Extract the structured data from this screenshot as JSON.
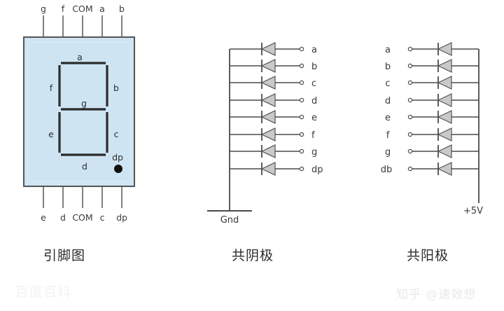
{
  "figure": {
    "title_visible": false,
    "background_color": "#ffffff",
    "ink_color": "#3a3a3a",
    "panel_fill": "#cfe4f2",
    "panel_stroke": "#4a4a4a",
    "segment_color": "#2b2b2b",
    "diode_fill": "#c9c9c9"
  },
  "panels": [
    {
      "id": "pinout",
      "caption": "引脚图",
      "top_pins": [
        "g",
        "f",
        "COM",
        "a",
        "b"
      ],
      "bottom_pins": [
        "e",
        "d",
        "COM",
        "c",
        "dp"
      ],
      "segment_labels": [
        "a",
        "b",
        "c",
        "d",
        "e",
        "f",
        "g",
        "dp"
      ],
      "decimal_point": "dp"
    },
    {
      "id": "common-cathode",
      "caption": "共阴极",
      "rail_label": "Gnd",
      "rail_side": "left",
      "terminal_side": "right",
      "terminals": [
        "a",
        "b",
        "c",
        "d",
        "e",
        "f",
        "g",
        "dp"
      ]
    },
    {
      "id": "common-anode",
      "caption": "共阳极",
      "rail_label": "+5V",
      "rail_side": "right",
      "terminal_side": "left",
      "terminals": [
        "a",
        "b",
        "c",
        "d",
        "e",
        "f",
        "g",
        "db"
      ]
    }
  ],
  "captions": {
    "pinout": "引脚图",
    "common_cathode": "共阴极",
    "common_anode": "共阳极"
  },
  "watermarks": {
    "baidu": "百度百科",
    "zhihu": "知乎 @速效想"
  }
}
